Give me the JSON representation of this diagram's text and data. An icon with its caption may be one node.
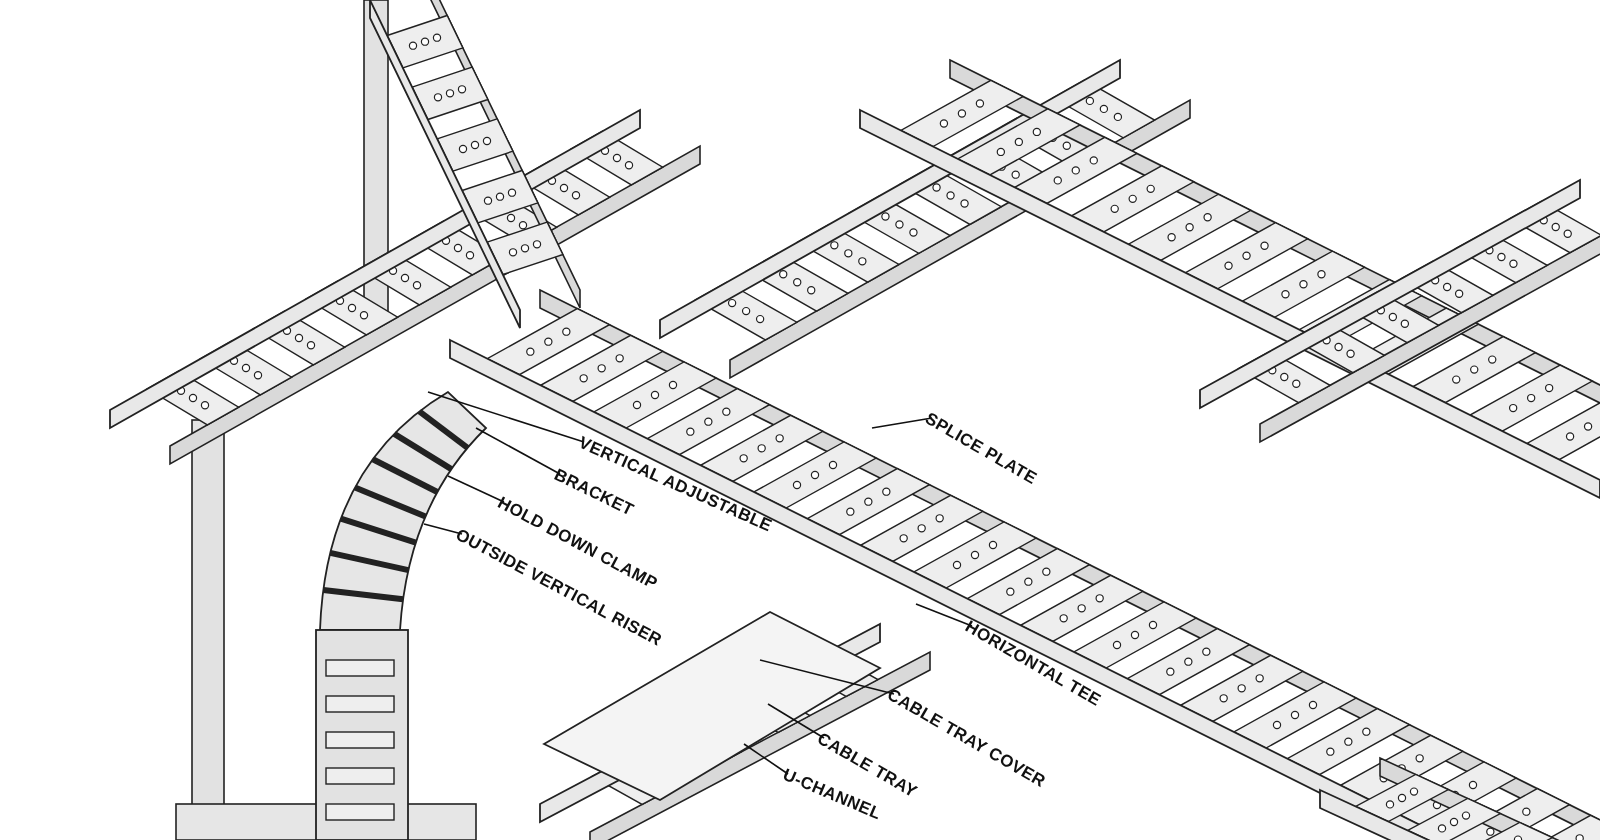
{
  "diagram": {
    "nodes": [
      {
        "text": [
          "SPLICE PLATE"
        ]
      },
      {
        "text": [
          "VERTICAL ADJUSTABLE"
        ]
      },
      {
        "text": [
          "BRACKET"
        ]
      },
      {
        "text": [
          "HOLD DOWN CLAMP"
        ]
      },
      {
        "text": [
          "OUTSIDE VERTICAL RISER"
        ]
      },
      {
        "text": [
          "HORIZONTAL TEE"
        ]
      },
      {
        "text": [
          "CABLE TRAY COVER"
        ]
      },
      {
        "text": [
          "CABLE TRAY"
        ]
      },
      {
        "text": [
          "U-CHANNEL"
        ]
      }
    ],
    "edges": [
      {
        "from": 0,
        "to": null,
        "arrow": "none"
      },
      {
        "from": 1,
        "to": null,
        "arrow": "none"
      },
      {
        "from": 2,
        "to": null,
        "arrow": "none"
      },
      {
        "from": 3,
        "to": null,
        "arrow": "none"
      },
      {
        "from": 4,
        "to": null,
        "arrow": "none"
      },
      {
        "from": 5,
        "to": null,
        "arrow": "none"
      },
      {
        "from": 6,
        "to": null,
        "arrow": "none"
      },
      {
        "from": 7,
        "to": null,
        "arrow": "none"
      },
      {
        "from": 8,
        "to": null,
        "arrow": "none"
      }
    ]
  }
}
